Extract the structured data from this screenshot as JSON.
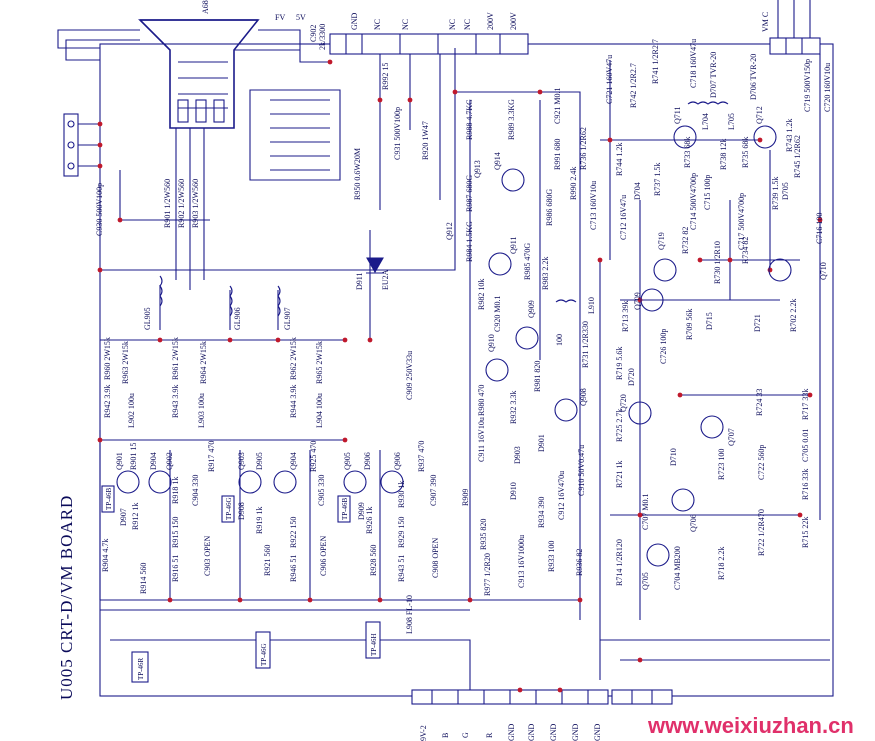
{
  "board_title": "U005  CRT-D/VM BOARD",
  "watermark": "www.weixiuzhan.cn",
  "colors": {
    "wire": "#1b1b8a",
    "node": "#c0192c",
    "watermark": "#e0306a"
  },
  "top_labels": [
    "FV",
    "5V",
    "C902",
    "2k/3300",
    "GND",
    "NC",
    "NC",
    "NC",
    "NC",
    "200V",
    "200V",
    "VM C"
  ],
  "right_top_labels": [
    "A68"
  ],
  "components": {
    "c930": "C930 500V100p",
    "r901": "R901 1/2W560",
    "r902": "R902 1/2W560",
    "r903": "R903 1/2W560",
    "r950": "R950 0.6W20M",
    "c931": "C931 500V100p",
    "r920": "R920 1W47",
    "r992": "R992 15",
    "d911": "D911",
    "eu2a": "EU2A",
    "gl905": "GL905",
    "gl906": "GL906",
    "gl907": "GL907",
    "c909": "C909 250V33u",
    "r988": "R988 4.7KG",
    "r989": "R989 3.3KG",
    "c921": "C921 M0.1",
    "q913": "Q913",
    "q914": "Q914",
    "r991": "R991 680",
    "r987": "R987 680G",
    "r986": "R986 680G",
    "r990": "R990 2.4k",
    "q912": "Q912",
    "r984": "R984 1.5KG",
    "r985": "R985 470G",
    "q911": "Q911",
    "r983": "R983 2.2k",
    "r982": "R982 10k",
    "l910": "L910",
    "c920": "C920 M0.1",
    "q909": "Q909",
    "r100": "100",
    "q910": "Q910",
    "r981": "R981 820",
    "q908": "Q908",
    "r980": "R980 470",
    "r932": "R932 3.3k",
    "c911": "C911 16V10u",
    "d903": "D903",
    "d901": "D901",
    "c910": "C910 50V0.47u",
    "c912": "C912 16V470u",
    "r934": "R934 390",
    "r909": "R909",
    "d910": "D910",
    "r935": "R935 820",
    "c913": "C913 16V1000u",
    "r933": "R933 100",
    "r936": "R936 82",
    "r977": "R977 1/2R20",
    "r960": "R960 2W15k",
    "r963": "R963 2W15k",
    "r961": "R961 2W15k",
    "r964": "R964 2W15k",
    "r962": "R962 2W15k",
    "r965": "R965 2W15k",
    "r942": "R942 3.9k",
    "l902": "L902 100u",
    "r943": "R943 3.9k",
    "l903": "L903 100u",
    "r944": "R944 3.9k",
    "l904": "L904 100u",
    "q901": "Q901",
    "q902": "Q902",
    "q903": "Q903",
    "q904": "Q904",
    "q905": "Q905",
    "q906": "Q906",
    "r901b": "R901 15",
    "r917": "R917 470",
    "r925": "R925 470",
    "r937": "R937 470",
    "d904": "D904",
    "d905": "D905",
    "d906": "D906",
    "d907": "D907",
    "d908": "D908",
    "d909": "D909",
    "r918": "R918 1k",
    "c904": "C904 330",
    "c905": "C905 330",
    "c907": "C907 390",
    "r912": "R912 1k",
    "r919": "R919 1k",
    "r926": "R926 1k",
    "r915": "R915 150",
    "r916": "R916 51",
    "c903": "C903 OPEN",
    "r922": "R922 150",
    "r946": "R946 51",
    "c906": "C906 OPEN",
    "r929": "R929 150",
    "r943b": "R943 51",
    "c908": "C908 OPEN",
    "r904": "R904 4.7k",
    "r914": "R914 560",
    "r921": "R921 560",
    "r928": "R928 560",
    "r930": "R930 1k",
    "l908": "L908 FL-10",
    "c721": "C721 160V47u",
    "r742": "R742 1/2R2.7",
    "r741": "R741 1/2R2.7",
    "c718": "C718 160V47u",
    "d707": "D707 TVR-20",
    "d706": "D706 TVR-20",
    "c719": "C719 500V150p",
    "c720": "C720 160V10u",
    "r736": "R736 1/2R62",
    "q711": "Q711",
    "l704": "L704",
    "l705": "L705",
    "q712": "Q712",
    "r745": "R745 1/2R62",
    "r744": "R744 1.2k",
    "d704": "D704",
    "r737": "R737 1.5k",
    "r733": "R733 68k",
    "r738": "R738 12k",
    "r735": "R735 68k",
    "r743": "R743 1.2k",
    "d705": "D705",
    "c713": "C713 160V10u",
    "c712": "C712 16V47u",
    "c714": "C714 500V4700p",
    "c715": "C715 100p",
    "c717": "C717 500V4700p",
    "r739": "R739 1.5k",
    "c716": "C716 100",
    "q719": "Q719",
    "r732": "R732 82",
    "r730": "R730 1/2R10",
    "r734": "R734 82",
    "q710": "Q710",
    "q709": "Q709",
    "r713": "R713 39k",
    "d715": "D715",
    "d721": "D721",
    "r702": "R702 2.2k",
    "r709": "R709 56k",
    "c726": "C726 100p",
    "r731": "R731 1/2R330",
    "r719": "R719 5.6k",
    "d720": "D720",
    "q720": "Q720",
    "r724": "R724 33",
    "r717": "R717 33k",
    "r725": "R725 2.7k",
    "q707": "Q707",
    "d710": "D710",
    "r723": "R723 100",
    "c722": "C722 560p",
    "c705": "C705 0.01",
    "r721": "R721 1k",
    "r716": "R716 33k",
    "c707": "C707 M0.1",
    "q706": "Q706",
    "r722": "R722 1/2R470",
    "r715": "R715 22k",
    "r714": "R714 1/2R120",
    "q705": "Q705",
    "c704": "C704 MB200",
    "r718": "R718 2.2k"
  },
  "test_points": [
    "TP-46R",
    "TP-46G",
    "TP-46H",
    "TP-46B",
    "TP-46G",
    "TP-46B"
  ],
  "bottom_pins": [
    "9V-2",
    "B",
    "G",
    "R",
    "GND",
    "GND",
    "GND",
    "GND",
    "GND"
  ]
}
